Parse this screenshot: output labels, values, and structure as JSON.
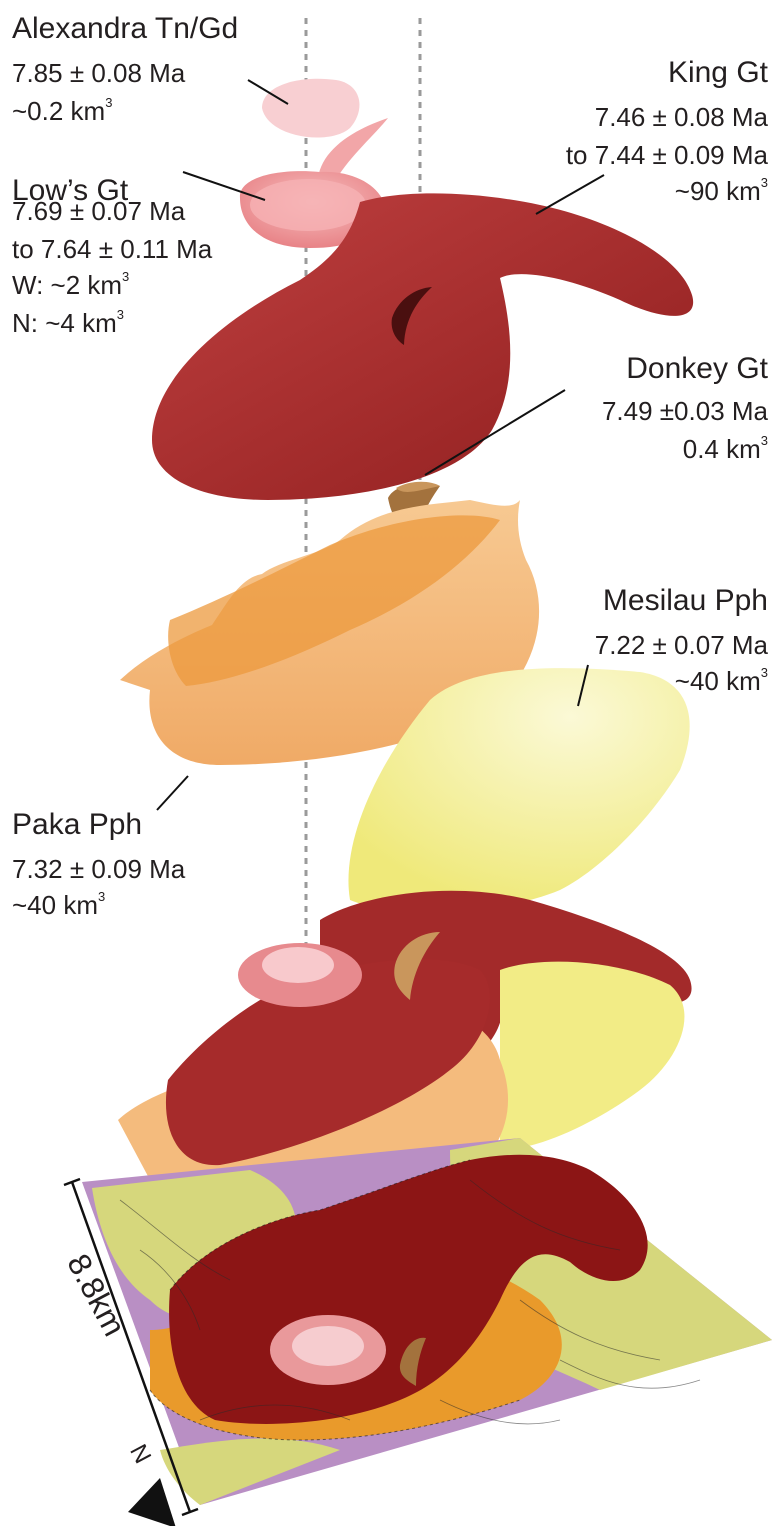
{
  "units": {
    "alexandra": {
      "name": "Alexandra Tn/Gd",
      "age": "7.85 ± 0.08 Ma",
      "vol": "~0.2 km",
      "exp": "3"
    },
    "lows": {
      "name": "Low’s Gt",
      "age1": "7.69 ± 0.07 Ma",
      "age2": "to 7.64 ± 0.11 Ma",
      "volW": "W: ~2 km",
      "volN": "N: ~4 km",
      "exp": "3"
    },
    "king": {
      "name": "King Gt",
      "age1": "7.46 ± 0.08 Ma",
      "age2": "to 7.44 ± 0.09 Ma",
      "vol": "~90 km",
      "exp": "3"
    },
    "donkey": {
      "name": "Donkey Gt",
      "age": "7.49 ±0.03 Ma",
      "vol": "0.4 km",
      "exp": "3"
    },
    "mesilau": {
      "name": "Mesilau Pph",
      "age": "7.22 ± 0.07 Ma",
      "vol": "~40 km",
      "exp": "3"
    },
    "paka": {
      "name": "Paka Pph",
      "age": "7.32 ± 0.09 Ma",
      "vol": "~40 km",
      "exp": "3"
    }
  },
  "scale_label": "8.8km",
  "north_label": "N",
  "colors": {
    "alexandra": "#f6c9cc",
    "lows": "#ee9a9c",
    "king": "#a32a2a",
    "donkey": "#9b6a35",
    "mesilau": "#f3ee8e",
    "paka": "#f3b774",
    "map_purple": "#b98fc4",
    "map_yellow": "#d6d77c",
    "map_orange": "#e99a2b",
    "map_red": "#8c1515"
  }
}
